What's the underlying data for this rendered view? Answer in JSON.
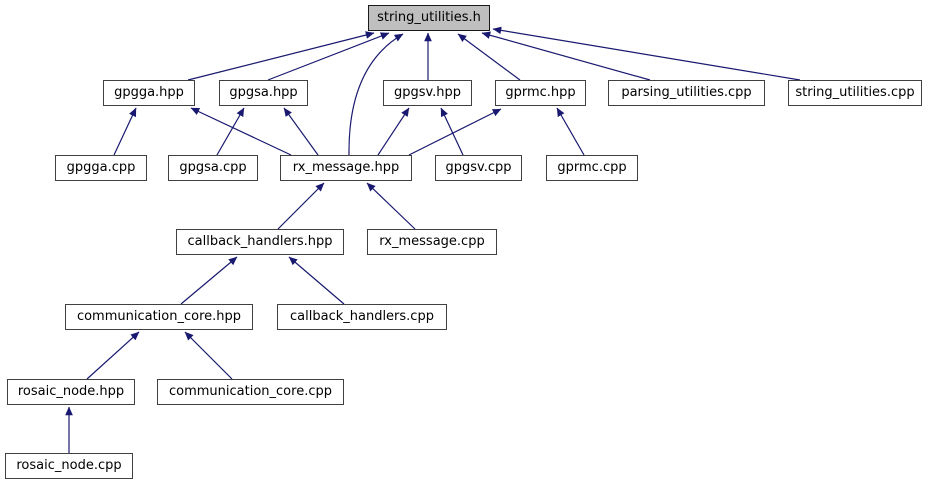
{
  "diagram": {
    "kind": "doxygen-included-by-dependency-graph",
    "arrow_color": "#191970",
    "node_border_color": "#404040",
    "root_node_fill": "#bfbfbf",
    "node_fill": "#ffffff",
    "nodes": {
      "string_utilities_h": "string_utilities.h",
      "gpgga_hpp": "gpgga.hpp",
      "gpgsa_hpp": "gpgsa.hpp",
      "gpgsv_hpp": "gpgsv.hpp",
      "gprmc_hpp": "gprmc.hpp",
      "parsing_utilities_cpp": "parsing_utilities.cpp",
      "string_utilities_cpp": "string_utilities.cpp",
      "gpgga_cpp": "gpgga.cpp",
      "gpgsa_cpp": "gpgsa.cpp",
      "rx_message_hpp": "rx_message.hpp",
      "gpgsv_cpp": "gpgsv.cpp",
      "gprmc_cpp": "gprmc.cpp",
      "callback_handlers_hpp": "callback_handlers.hpp",
      "rx_message_cpp": "rx_message.cpp",
      "communication_core_hpp": "communication_core.hpp",
      "callback_handlers_cpp": "callback_handlers.cpp",
      "rosaic_node_hpp": "rosaic_node.hpp",
      "communication_core_cpp": "communication_core.cpp",
      "rosaic_node_cpp": "rosaic_node.cpp"
    },
    "edges": [
      {
        "from": "gpgga.hpp",
        "to": "string_utilities.h"
      },
      {
        "from": "gpgsa.hpp",
        "to": "string_utilities.h"
      },
      {
        "from": "gpgsv.hpp",
        "to": "string_utilities.h"
      },
      {
        "from": "gprmc.hpp",
        "to": "string_utilities.h"
      },
      {
        "from": "rx_message.hpp",
        "to": "string_utilities.h"
      },
      {
        "from": "parsing_utilities.cpp",
        "to": "string_utilities.h"
      },
      {
        "from": "string_utilities.cpp",
        "to": "string_utilities.h"
      },
      {
        "from": "gpgga.cpp",
        "to": "gpgga.hpp"
      },
      {
        "from": "rx_message.hpp",
        "to": "gpgga.hpp"
      },
      {
        "from": "gpgsa.cpp",
        "to": "gpgsa.hpp"
      },
      {
        "from": "rx_message.hpp",
        "to": "gpgsa.hpp"
      },
      {
        "from": "rx_message.hpp",
        "to": "gpgsv.hpp"
      },
      {
        "from": "gpgsv.cpp",
        "to": "gpgsv.hpp"
      },
      {
        "from": "rx_message.hpp",
        "to": "gprmc.hpp"
      },
      {
        "from": "gprmc.cpp",
        "to": "gprmc.hpp"
      },
      {
        "from": "callback_handlers.hpp",
        "to": "rx_message.hpp"
      },
      {
        "from": "rx_message.cpp",
        "to": "rx_message.hpp"
      },
      {
        "from": "communication_core.hpp",
        "to": "callback_handlers.hpp"
      },
      {
        "from": "callback_handlers.cpp",
        "to": "callback_handlers.hpp"
      },
      {
        "from": "rosaic_node.hpp",
        "to": "communication_core.hpp"
      },
      {
        "from": "communication_core.cpp",
        "to": "communication_core.hpp"
      },
      {
        "from": "rosaic_node.cpp",
        "to": "rosaic_node.hpp"
      }
    ]
  }
}
